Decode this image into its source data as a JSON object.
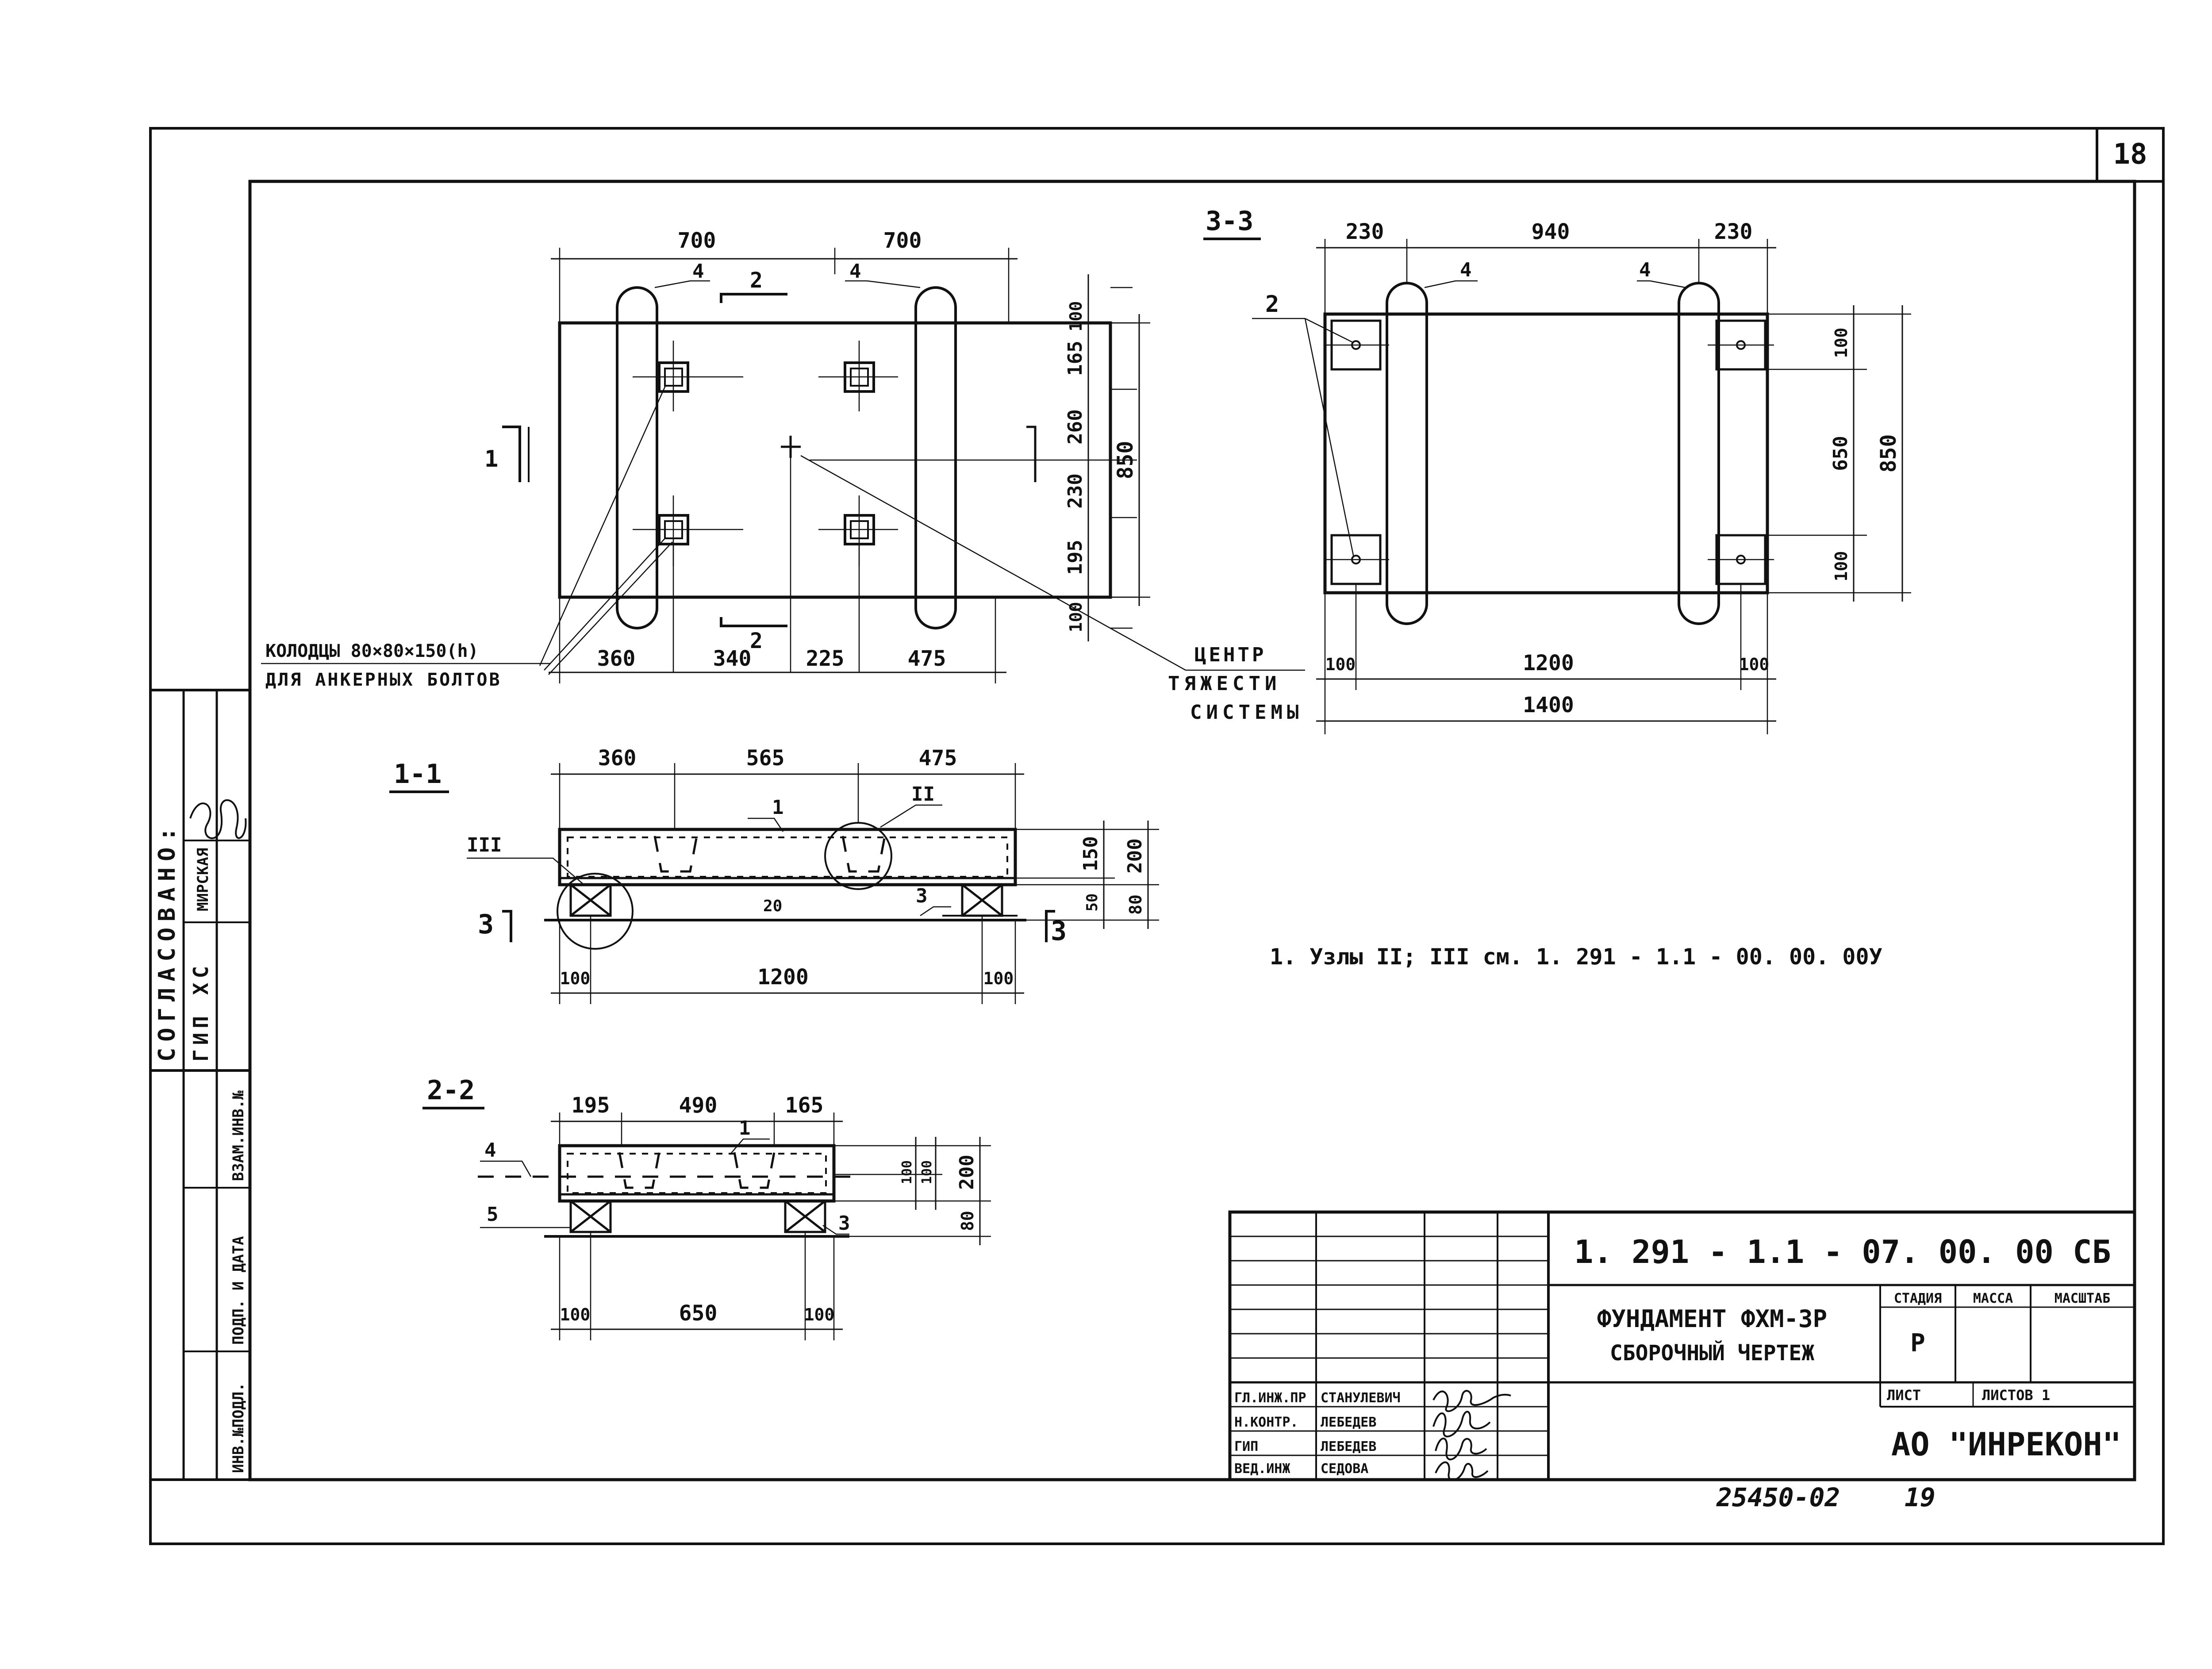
{
  "sheet_number": "18",
  "drawing_code": "1. 291 - 1.1 - 07. 00. 00 СБ",
  "title_line1": "ФУНДАМЕНТ ФХМ-3Р",
  "title_line2": "СБОРОЧНЫЙ ЧЕРТЕЖ",
  "stage_header": "СТАДИЯ",
  "mass_header": "МАССА",
  "scale_header": "МАСШТАБ",
  "stage_value": "Р",
  "sheet_label": "ЛИСТ",
  "sheets_label": "ЛИСТОВ 1",
  "company": "АО \"ИНРЕКОН\"",
  "archive_number": "25450-02",
  "archive_page": "19",
  "note": "1. Узлы II; III  см.  1. 291 - 1.1 - 00. 00. 00У",
  "signatures": [
    {
      "role": "ГЛ.ИНЖ.ПР",
      "name": "СТАНУЛЕВИЧ"
    },
    {
      "role": "Н.КОНТР.",
      "name": "ЛЕБЕДЕВ"
    },
    {
      "role": "ГИП",
      "name": "ЛЕБЕДЕВ"
    },
    {
      "role": "ВЕД.ИНЖ",
      "name": "СЕДОВА"
    }
  ],
  "side_stamp": {
    "agreed": "СОГЛАСОВАНО:",
    "gip": "ГИП  ХС",
    "name": "МИРСКАЯ",
    "col1": "ВЗАМ.ИНВ.№",
    "col2": "ПОДП. И ДАТА",
    "col3": "ИНВ.№ПОДЛ."
  },
  "plan": {
    "top_dims": [
      "700",
      "700"
    ],
    "right_dims": [
      "100",
      "165",
      "260",
      "230",
      "195",
      "100"
    ],
    "right_total": "850",
    "bottom_dims": [
      "360",
      "340",
      "225",
      "475"
    ],
    "leader_4": "4",
    "section_2": "2",
    "section_1": "1",
    "wells_label1": "КОЛОДЦЫ 80×80×150(h)",
    "wells_label2": "ДЛЯ АНКЕРНЫХ БОЛТОВ",
    "cg_label1": "ЦЕНТР",
    "cg_label2": "ТЯЖЕСТИ",
    "cg_label3": "СИСТЕМЫ"
  },
  "view33": {
    "title": "3-3",
    "top_dims": [
      "230",
      "940",
      "230"
    ],
    "right_dims": [
      "100",
      "650",
      "100"
    ],
    "right_total": "850",
    "bottom_dims": [
      "100",
      "1200",
      "100"
    ],
    "bottom_total": "1400",
    "leader_2": "2",
    "leader_4": "4"
  },
  "section11": {
    "title": "1-1",
    "top_dims": [
      "360",
      "565",
      "475"
    ],
    "right_dims": [
      "150",
      "50",
      "200",
      "80"
    ],
    "bottom_dims": [
      "100",
      "1200",
      "100"
    ],
    "mark_1": "1",
    "mark_2": "II",
    "mark_3": "III",
    "mark_20": "20",
    "mark_cut": "3"
  },
  "section22": {
    "title": "2-2",
    "top_dims": [
      "195",
      "490",
      "165"
    ],
    "right_dims": [
      "100",
      "100",
      "200",
      "80"
    ],
    "bottom_dims": [
      "100",
      "650",
      "100"
    ],
    "mark_1": "1",
    "mark_4": "4",
    "mark_5": "5",
    "mark_3": "3"
  }
}
